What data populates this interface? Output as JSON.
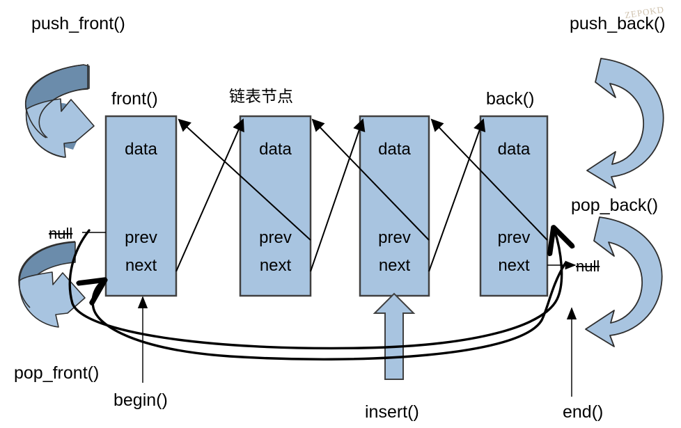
{
  "diagram": {
    "title_cjk": "链表节点",
    "watermark": "ZEPOKD",
    "colors": {
      "node_fill": "#a8c4e0",
      "node_stroke": "#404040",
      "arrow_light": "#a8c4e0",
      "arrow_dark": "#6b8cab",
      "arrow_stroke": "#3a3a3a",
      "link_line": "#000000"
    },
    "nodes": [
      {
        "id": "node-1",
        "label_above": "front()",
        "fields": [
          "data",
          "prev",
          "next"
        ]
      },
      {
        "id": "node-2",
        "label_above": "链表节点",
        "fields": [
          "data",
          "prev",
          "next"
        ]
      },
      {
        "id": "node-3",
        "label_above": "",
        "fields": [
          "data",
          "prev",
          "next"
        ]
      },
      {
        "id": "node-4",
        "label_above": "back()",
        "fields": [
          "data",
          "prev",
          "next"
        ]
      }
    ],
    "operations": {
      "push_front": "push_front()",
      "push_back": "push_back()",
      "pop_front": "pop_front()",
      "pop_back": "pop_back()",
      "begin": "begin()",
      "end": "end()",
      "insert": "insert()"
    },
    "accessors": {
      "front": "front()",
      "back": "back()"
    },
    "null_markers": {
      "left": "null",
      "right": "null"
    },
    "field_names": {
      "data": "data",
      "prev": "prev",
      "next": "next"
    }
  }
}
